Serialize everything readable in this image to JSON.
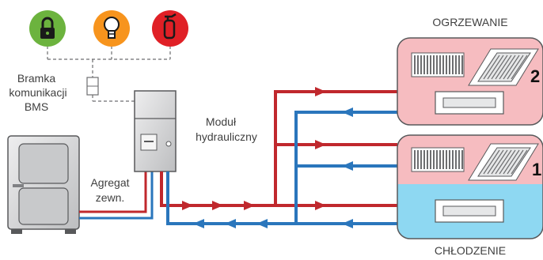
{
  "labels": {
    "heating": "OGRZEWANIE",
    "cooling": "CHŁODZENIE",
    "bms_line1": "Bramka",
    "bms_line2": "komunikacji",
    "bms_line3": "BMS",
    "module_line1": "Moduł",
    "module_line2": "hydrauliczny",
    "unit_line1": "Agregat",
    "unit_line2": "zewn.",
    "room_top_number": "2",
    "room_bottom_number": "1"
  },
  "icons": [
    {
      "name": "lock-icon",
      "color": "#6cb33e"
    },
    {
      "name": "lightbulb-icon",
      "color": "#f7941d"
    },
    {
      "name": "fire-extinguisher-icon",
      "color": "#e02026"
    }
  ],
  "colors": {
    "supply_pipe": "#c0282d",
    "return_pipe": "#2a76bc",
    "heating_zone": "#f6bcc0",
    "cooling_zone": "#8ed8f2",
    "equipment": "#d8d9db"
  }
}
